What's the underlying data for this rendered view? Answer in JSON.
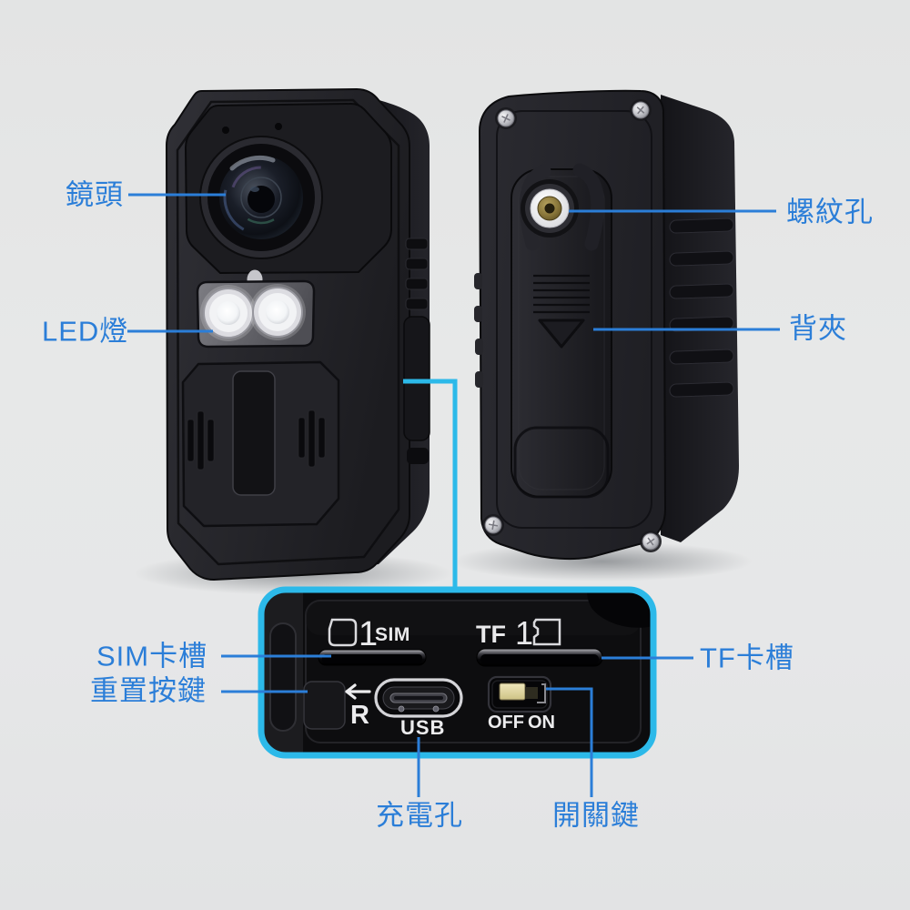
{
  "scene": {
    "background_color": "#e6e7e8",
    "accent_blue": "#2b7ed8",
    "accent_cyan": "#2cb9e9"
  },
  "callouts": {
    "lens": "鏡頭",
    "led_light": "LED燈",
    "screw_hole": "螺紋孔",
    "back_clip": "背夾",
    "sim_slot": "SIM卡槽",
    "reset_button": "重置按鍵",
    "tf_slot": "TF卡槽",
    "charging_port": "充電孔",
    "power_switch": "開關鍵"
  },
  "panel_markings": {
    "sim_icon_number": "1",
    "sim_label": "SIM",
    "tf_label": "TF",
    "tf_icon_number": "1",
    "reset_letter": "R",
    "usb_label": "USB",
    "off_label": "OFF",
    "on_label": "ON"
  }
}
